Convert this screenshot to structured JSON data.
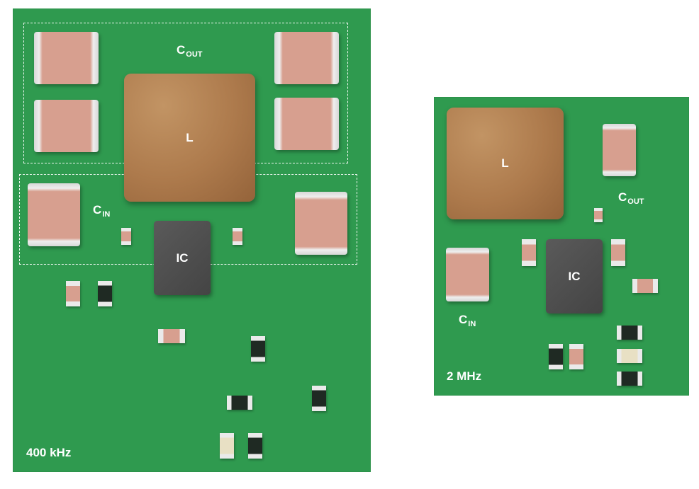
{
  "left_board": {
    "frequency": "400 kHz",
    "inductor_label": "L",
    "ic_label": "IC",
    "cout_main": "C",
    "cout_sub": "OUT",
    "cin_main": "C",
    "cin_sub": "IN"
  },
  "right_board": {
    "frequency": "2 MHz",
    "inductor_label": "L",
    "ic_label": "IC",
    "cout_main": "C",
    "cout_sub": "OUT",
    "cin_main": "C",
    "cin_sub": "IN"
  },
  "colors": {
    "pcb": "#2f9a4f",
    "inductor": "#ad7a4c",
    "ic": "#4a4a4a",
    "ceramic": "#d79f8f"
  }
}
